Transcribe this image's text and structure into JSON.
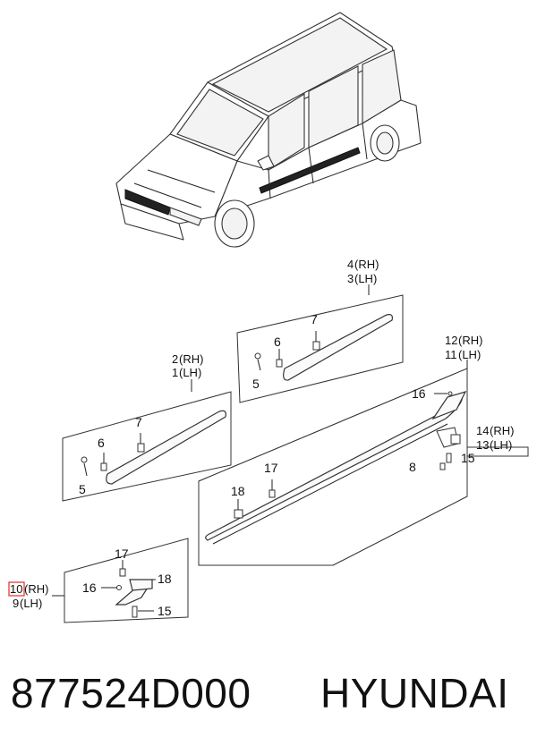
{
  "callouts": {
    "c4": "4",
    "c4s": "(RH)",
    "c3": "3",
    "c3s": "(LH)",
    "c2": "2",
    "c2s": "(RH)",
    "c1": "1",
    "c1s": "(LH)",
    "c12": "12",
    "c12s": "(RH)",
    "c11": "11",
    "c11s": "(LH)",
    "c10": "10",
    "c10s": "(RH)",
    "c9": "9",
    "c9s": "(LH)",
    "c14": "14",
    "c14s": "(RH)",
    "c13": "13",
    "c13s": "(LH)",
    "c7a": "7",
    "c6a": "6",
    "c5a": "5",
    "c7b": "7",
    "c6b": "6",
    "c5b": "5",
    "c16a": "16",
    "c15a": "15",
    "c8": "8",
    "c17a": "17",
    "c18a": "18",
    "c17b": "17",
    "c18b": "18",
    "c16b": "16",
    "c15b": "15"
  },
  "footer": {
    "part_number": "877524D000",
    "brand": "HYUNDAI"
  },
  "highlight_color": "#e23b3b"
}
